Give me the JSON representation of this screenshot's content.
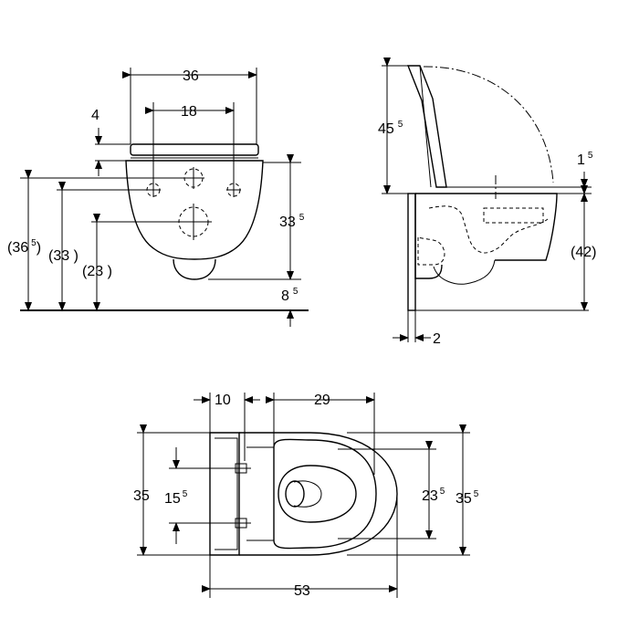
{
  "front_view": {
    "overall_width": "36",
    "hole_spacing": "18",
    "seat_thickness": "4",
    "height_45": "33",
    "height_45_sup": "5",
    "floor_gap": "8",
    "floor_gap_sup": "5",
    "ref_365": "(36",
    "ref_365_sup": "5",
    "ref_365_close": ")",
    "ref_33": "(33 )",
    "ref_23": "(23 )"
  },
  "side_view": {
    "lid_height": "45",
    "lid_height_sup": "5",
    "rim_offset": "1",
    "rim_offset_sup": "5",
    "rim_height": "(42)",
    "wall_gap": "2"
  },
  "top_view": {
    "wall_depth": "10",
    "bowl_depth": "29",
    "total_length": "53",
    "seat_width": "35",
    "hole_spacing": "15",
    "hole_spacing_sup": "5",
    "bowl_width": "23",
    "bowl_width_sup": "5",
    "outer_width": "35",
    "outer_width_sup": "5"
  }
}
